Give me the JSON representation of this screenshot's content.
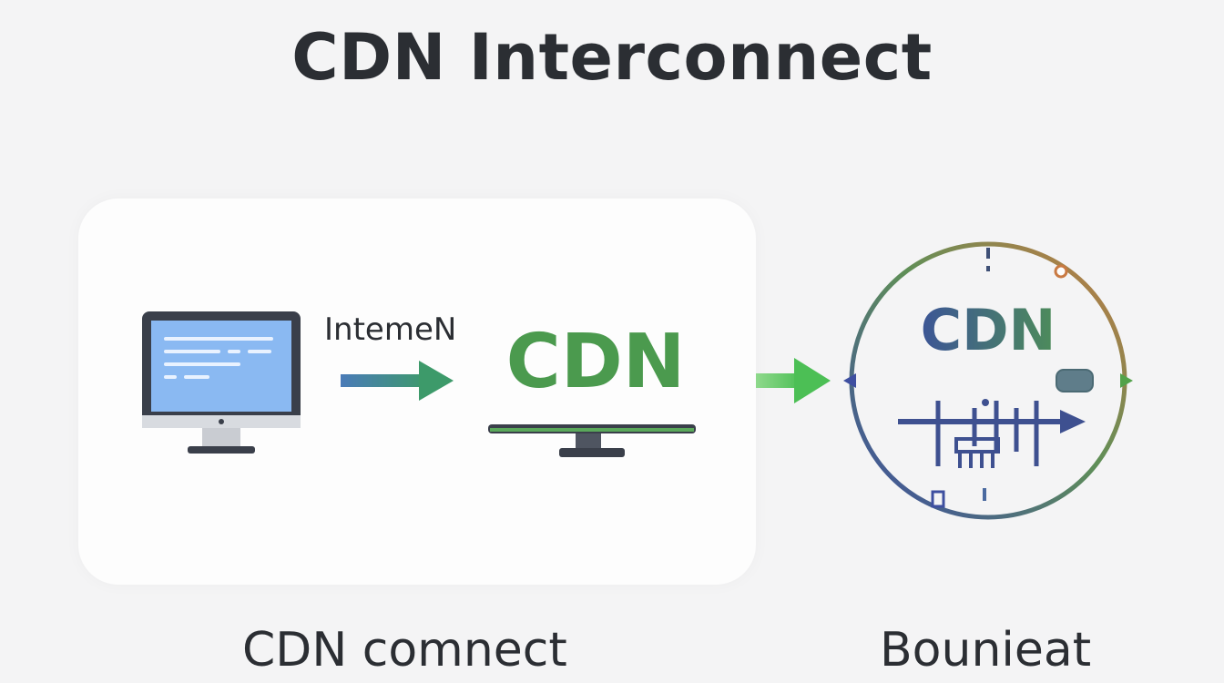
{
  "title": "CDN Interconnect",
  "left_panel": {
    "arrow_label": "IntemeN",
    "cdn_label": "CDN",
    "caption": "CDN comnect"
  },
  "right_node": {
    "cdn_label": "CDN",
    "caption": "Bounieat"
  },
  "colors": {
    "title": "#2b2e33",
    "screen_fill": "#8ab9f2",
    "monitor_frame": "#3a3f4a",
    "cdn_green": "#4b9a4e",
    "arrow_blue": "#4a7bb8",
    "arrow_green": "#3d9a6a",
    "circle_blue": "#3e4fa0",
    "circle_green": "#4a9e4b"
  },
  "icons": {
    "monitor": "desktop-monitor-icon",
    "cdn_monitor": "monitor-stand-icon",
    "network_circle": "network-globe-icon"
  }
}
